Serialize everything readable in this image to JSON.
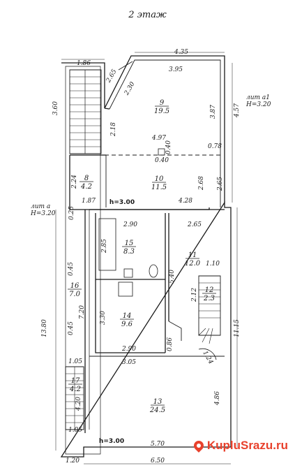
{
  "title": "2 этаж",
  "lit_a": {
    "line1": "лит а",
    "line2": "H=3.20"
  },
  "lit_a1": {
    "line1": "лит а1",
    "line2": "H=3.20"
  },
  "ceiling_heights": [
    "h=3.00",
    "h=3.00"
  ],
  "rooms": [
    {
      "number": "9",
      "area": "19.5"
    },
    {
      "number": "10",
      "area": "11.5"
    },
    {
      "number": "8",
      "area": "4.2"
    },
    {
      "number": "15",
      "area": "8.3"
    },
    {
      "number": "11",
      "area": "12.0"
    },
    {
      "number": "12",
      "area": "2.3"
    },
    {
      "number": "16",
      "area": "7.0"
    },
    {
      "number": "14",
      "area": "9.6"
    },
    {
      "number": "17",
      "area": "4.2"
    },
    {
      "number": "13",
      "area": "24.5"
    }
  ],
  "dimensions": {
    "stair_top_width": "1.86",
    "stair_height": "3.60",
    "top_outer": "4.35",
    "top_inner": "3.95",
    "bay_a": "2.65",
    "bay_b": "2.30",
    "left_219": "2.18",
    "right_387": "3.87",
    "right_457": "4.57",
    "width_497": "4.97",
    "col_040a": "0.40",
    "col_040b": "0.40",
    "right_078": "0.78",
    "r8_224": "2.24",
    "r10_268": "2.68",
    "right_265": "2.65",
    "d_187": "1.87",
    "d_428": "4.28",
    "d_025": "0.25",
    "d_290a": "2.90",
    "d_265b": "2.65",
    "d_285": "2.85",
    "d_110": "1.10",
    "d_540": "5.40",
    "d_045a": "0.45",
    "d_720": "7.20",
    "d_330": "3.30",
    "d_212": "2.12",
    "d_1380": "13.80",
    "d_045b": "0.45",
    "d_1115": "11.15",
    "d_086": "0.86",
    "d_290b": "2.90",
    "d_305": "3.05",
    "d_105a": "1.05",
    "d_486": "4.86",
    "d_420": "4.20",
    "d_105b": "1.05",
    "d_570": "5.70",
    "d_120": "1.20",
    "d_650": "6.50",
    "d_124": "1.24"
  },
  "watermark": "KupluSrazu.ru"
}
